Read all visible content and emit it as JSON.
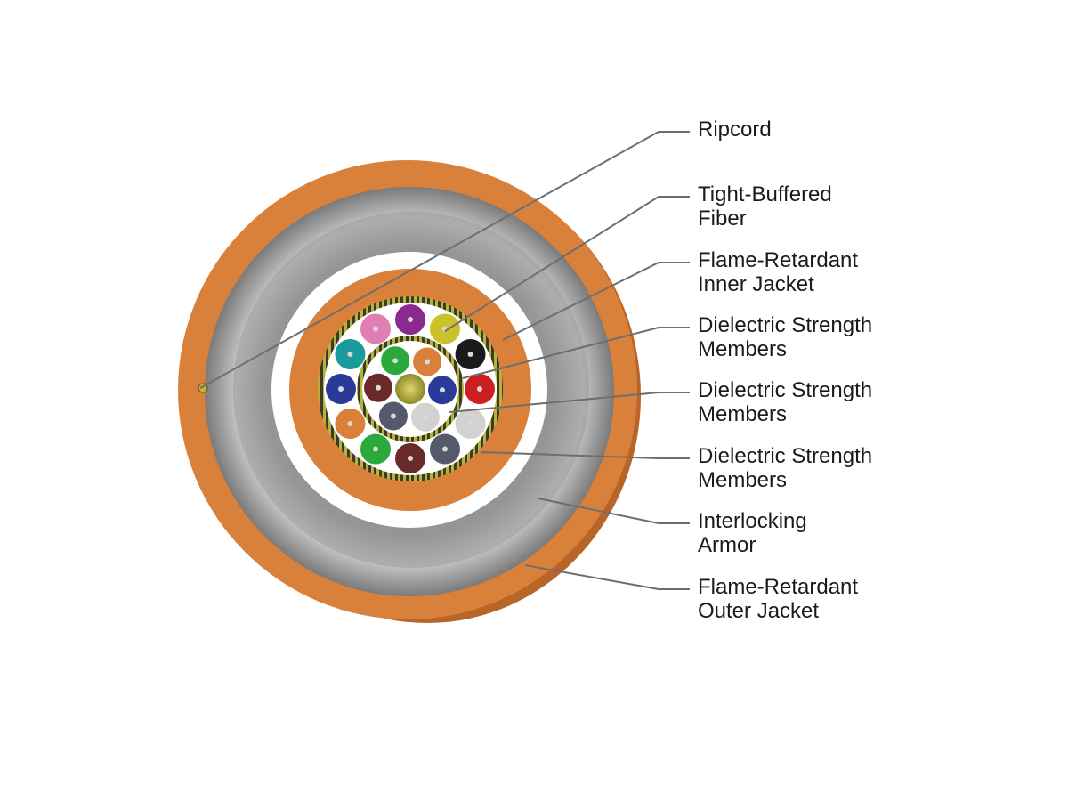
{
  "diagram": {
    "labels": [
      {
        "id": "ripcord",
        "lines": [
          "Ripcord"
        ]
      },
      {
        "id": "tight-buffered-fiber",
        "lines": [
          "Tight-Buffered",
          "Fiber"
        ]
      },
      {
        "id": "flame-retardant-inner-jacket",
        "lines": [
          "Flame-Retardant",
          "Inner Jacket"
        ]
      },
      {
        "id": "dielectric-strength-members-1",
        "lines": [
          "Dielectric Strength",
          "Members"
        ]
      },
      {
        "id": "dielectric-strength-members-2",
        "lines": [
          "Dielectric Strength",
          "Members"
        ]
      },
      {
        "id": "dielectric-strength-members-3",
        "lines": [
          "Dielectric Strength",
          "Members"
        ]
      },
      {
        "id": "interlocking-armor",
        "lines": [
          "Interlocking",
          "Armor"
        ]
      },
      {
        "id": "flame-retardant-outer-jacket",
        "lines": [
          "Flame-Retardant",
          "Outer Jacket"
        ]
      }
    ],
    "colors": {
      "outer_jacket": "#d9813a",
      "outer_jacket_side": "#b8652a",
      "armor": "#a9a9a9",
      "inner_jacket": "#d9813a",
      "strength_yellow": "#b7b23a",
      "strength_dark": "#3b3b2a",
      "leader_line": "#6e6e6e"
    },
    "outer_fibers": [
      {
        "color": "#e07fb3"
      },
      {
        "color": "#8a2a8f"
      },
      {
        "color": "#c9c22a"
      },
      {
        "color": "#1a1a1a"
      },
      {
        "color": "#cc1f1f"
      },
      {
        "color": "#d2d2d2"
      },
      {
        "color": "#555a6a"
      },
      {
        "color": "#6b2a2a"
      },
      {
        "color": "#2aaa3a"
      },
      {
        "color": "#d9813a"
      },
      {
        "color": "#2a3a99"
      },
      {
        "color": "#1a9a9a"
      }
    ],
    "inner_fibers": [
      {
        "color": "#2aaa3a"
      },
      {
        "color": "#d9813a"
      },
      {
        "color": "#2a3a99"
      },
      {
        "color": "#d2d2d2"
      },
      {
        "color": "#555a6a"
      },
      {
        "color": "#6b2a2a"
      }
    ]
  }
}
